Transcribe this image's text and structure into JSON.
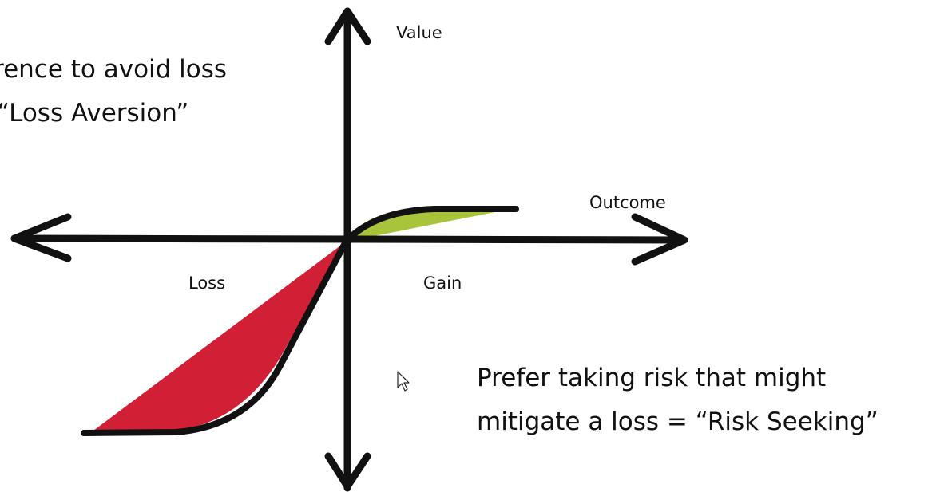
{
  "diagram": {
    "axis_labels": {
      "y_axis": "Value",
      "x_axis": "Outcome"
    },
    "region_labels": {
      "loss": "Loss",
      "gain": "Gain"
    },
    "notes": {
      "loss_aversion_line1": "rence to avoid loss",
      "loss_aversion_line2": "“Loss Aversion”",
      "risk_seeking_line1": "Prefer taking risk that might",
      "risk_seeking_line2": "mitigate a loss = “Risk Seeking”"
    },
    "colors": {
      "loss_fill": "#D11F35",
      "gain_fill": "#A8C43A",
      "ink": "#111111"
    }
  }
}
